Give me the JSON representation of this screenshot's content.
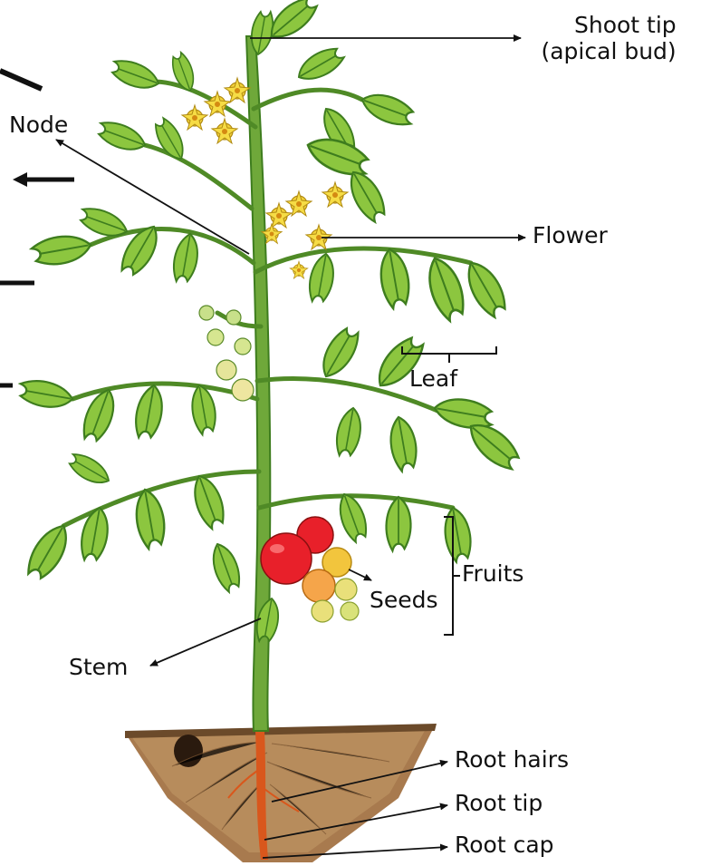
{
  "labels": {
    "shoot_tip_line1": "Shoot tip",
    "shoot_tip_line2": "(apical bud)",
    "node": "Node",
    "flower": "Flower",
    "leaf": "Leaf",
    "fruits": "Fruits",
    "seeds": "Seeds",
    "stem": "Stem",
    "root_hairs": "Root hairs",
    "root_tip": "Root tip",
    "root_cap": "Root cap"
  },
  "colors": {
    "leaf": "#8cc63f",
    "leaf_dark": "#3e7d1e",
    "stem": "#6fa83a",
    "flower": "#f3d23a",
    "tomato_red": "#e8202a",
    "tomato_yellow": "#f2c53d",
    "soil": "#a87a4e",
    "root": "#d9571c"
  }
}
